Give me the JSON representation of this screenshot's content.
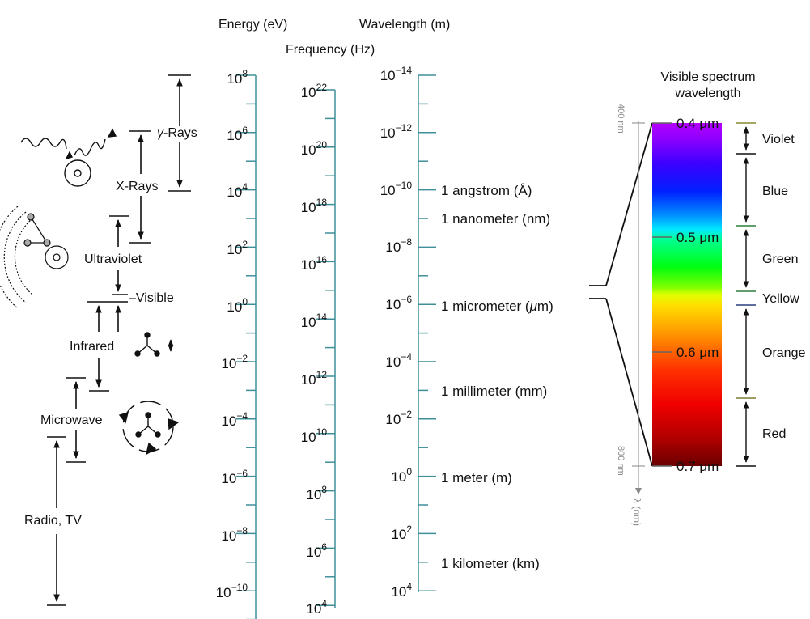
{
  "headers": {
    "energy": "Energy (eV)",
    "frequency": "Frequency (Hz)",
    "wavelength": "Wavelength (m)"
  },
  "scales": {
    "energy": {
      "labels": [
        {
          "base": "10",
          "exp": "8"
        },
        {
          "base": "10",
          "exp": "6"
        },
        {
          "base": "10",
          "exp": "4"
        },
        {
          "base": "10",
          "exp": "2"
        },
        {
          "base": "10",
          "exp": "0"
        },
        {
          "base": "10",
          "exp": "−2"
        },
        {
          "base": "10",
          "exp": "−4"
        },
        {
          "base": "10",
          "exp": "−6"
        },
        {
          "base": "10",
          "exp": "−8"
        },
        {
          "base": "10",
          "exp": "−10"
        }
      ]
    },
    "frequency": {
      "labels": [
        {
          "base": "10",
          "exp": "22"
        },
        {
          "base": "10",
          "exp": "20"
        },
        {
          "base": "10",
          "exp": "18"
        },
        {
          "base": "10",
          "exp": "16"
        },
        {
          "base": "10",
          "exp": "14"
        },
        {
          "base": "10",
          "exp": "12"
        },
        {
          "base": "10",
          "exp": "10"
        },
        {
          "base": "10",
          "exp": "8"
        },
        {
          "base": "10",
          "exp": "6"
        },
        {
          "base": "10",
          "exp": "4"
        }
      ]
    },
    "wavelength": {
      "labels": [
        {
          "base": "10",
          "exp": "−14"
        },
        {
          "base": "10",
          "exp": "−12"
        },
        {
          "base": "10",
          "exp": "−10"
        },
        {
          "base": "10",
          "exp": "−8"
        },
        {
          "base": "10",
          "exp": "−6"
        },
        {
          "base": "10",
          "exp": "−4"
        },
        {
          "base": "10",
          "exp": "−2"
        },
        {
          "base": "10",
          "exp": "0"
        },
        {
          "base": "10",
          "exp": "2"
        },
        {
          "base": "10",
          "exp": "4"
        }
      ],
      "units": {
        "angstrom": "1 angstrom (Å)",
        "nanometer": "1 nanometer (nm)",
        "micrometer_pre": "1 micrometer (",
        "micrometer_mu": "μ",
        "micrometer_post": "m)",
        "millimeter": "1 millimeter (mm)",
        "meter": "1 meter (m)",
        "kilometer": "1 kilometer (km)"
      }
    }
  },
  "regions": {
    "gamma_prefix": "γ",
    "gamma_suffix": "-Rays",
    "xrays": "X-Rays",
    "ultraviolet": "Ultraviolet",
    "visible": "–Visible",
    "infrared": "Infrared",
    "microwave": "Microwave",
    "radio": "Radio, TV"
  },
  "visible_spectrum": {
    "title_line1": "Visible spectrum",
    "title_line2": "wavelength",
    "tick_04": "0.4 μm",
    "tick_05": "0.5 μm",
    "tick_06": "0.6 μm",
    "tick_07": "0.7 μm",
    "ruler_top": "400 nm",
    "ruler_bottom": "800 nm",
    "ruler_axis": "λ (nm)",
    "colors": {
      "violet": "Violet",
      "blue": "Blue",
      "green": "Green",
      "yellow": "Yellow",
      "orange": "Orange",
      "red": "Red"
    }
  },
  "accent_color": "#3f8f9a"
}
